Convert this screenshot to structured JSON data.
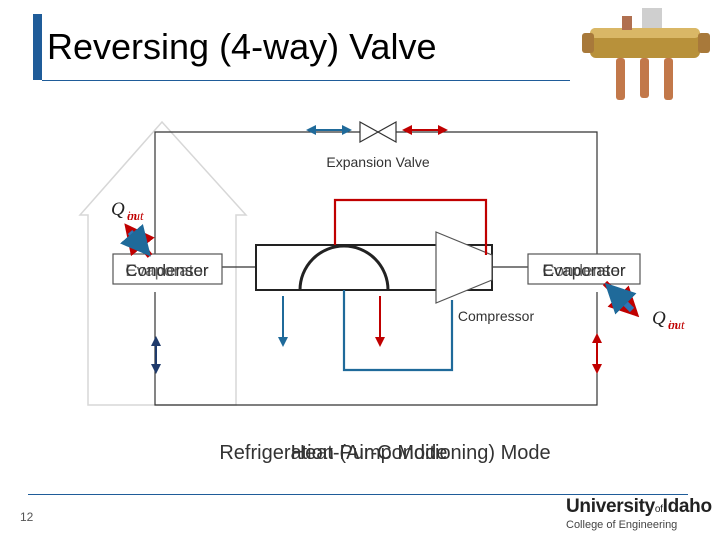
{
  "slide": {
    "title": "Reversing (4-way) Valve",
    "page_number": "12"
  },
  "labels": {
    "expansion_valve": "Expansion Valve",
    "compressor": "Compressor",
    "left_box_a": "Condenser",
    "left_box_b": "Evaporator",
    "right_box_a": "Evaporator",
    "right_box_b": "Condenser",
    "q_symbol": "Q",
    "q_left_sub_a": "in",
    "q_left_sub_b": "out",
    "q_right_sub_a": "in",
    "q_right_sub_b": "out",
    "mode_a": "Refrigeration (Air-Conditioning) Mode",
    "mode_b": "Heat-Pump Mode"
  },
  "logo": {
    "name_part1": "University",
    "name_of": "of",
    "name_part2": "Idaho",
    "subline": "College of Engineering"
  },
  "colors": {
    "accent": "#1f5c99",
    "hot": "#c00000",
    "cold": "#1f6a9a",
    "arrow_blue": "#2e75b6"
  }
}
